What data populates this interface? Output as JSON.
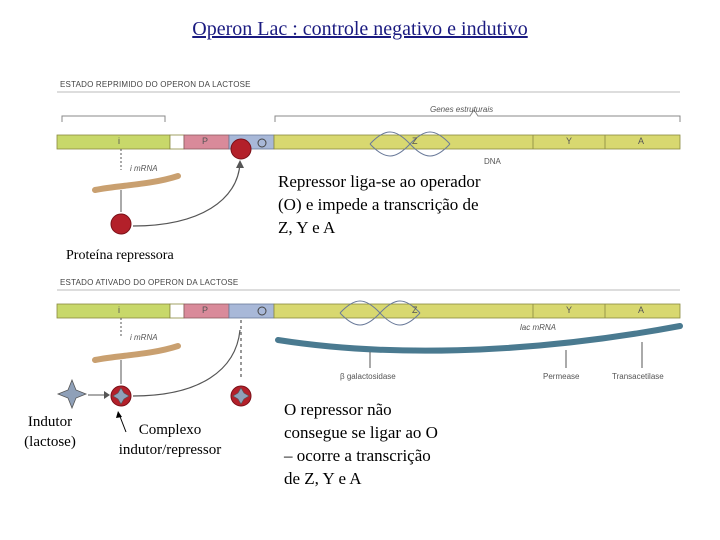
{
  "title": "Operon Lac : controle negativo e indutivo",
  "repressed": {
    "heading": "ESTADO REPRIMIDO DO OPERON DA LACTOSE",
    "genes_label": "Genes estruturais",
    "segments": {
      "p": "P",
      "o": "O",
      "z": "Z",
      "y": "Y",
      "a": "A",
      "i": "i"
    },
    "dna_label": "DNA",
    "mrna_label": "i mRNA",
    "caption": [
      "Repressor liga-se ao operador",
      "(O) e impede a transcrição de",
      "Z, Y e A"
    ],
    "protein_label": "Proteína repressora"
  },
  "activated": {
    "heading": "ESTADO ATIVADO DO OPERON DA LACTOSE",
    "segments": {
      "p": "P",
      "o": "O",
      "z": "Z",
      "y": "Y",
      "a": "A",
      "i": "i"
    },
    "mrna_label": "i mRNA",
    "lac_mrna_label": "lac mRNA",
    "products": [
      "β galactosidase",
      "Permease",
      "Transacetilase"
    ],
    "inducer_label": [
      "Indutor",
      "(lactose)"
    ],
    "complex_label": [
      "Complexo",
      "indutor/repressor"
    ],
    "caption": [
      "O repressor não",
      "consegue se ligar ao O",
      "– ocorre a transcrição",
      "de Z, Y e A"
    ]
  },
  "colors": {
    "i_gene": "#c8d86a",
    "p_region": "#d98a9a",
    "o_region": "#a8b8d8",
    "structural": "#d8d870",
    "repressor": "#b3202a",
    "mrna": "#c9a070",
    "lac_mrna": "#4a7a90",
    "inducer": "#8fa0b8"
  }
}
